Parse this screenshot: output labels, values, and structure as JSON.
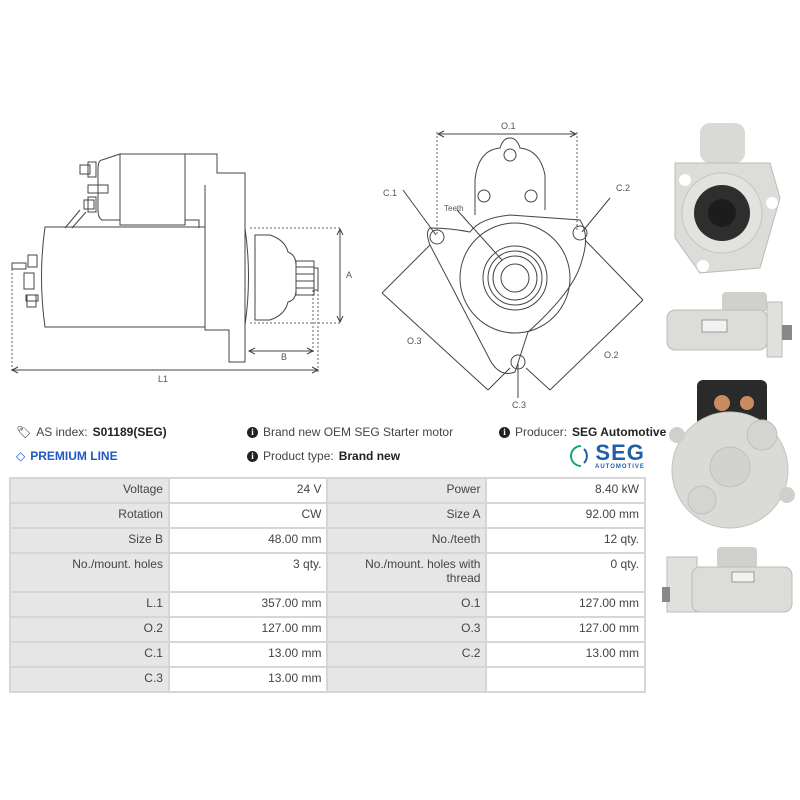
{
  "drawings": {
    "side_view": {
      "labels": {
        "a": "A",
        "b": "B",
        "l1": "L1"
      }
    },
    "front_view": {
      "labels": {
        "o1": "O.1",
        "o2": "O.2",
        "o3": "O.3",
        "c1": "C.1",
        "c2": "C.2",
        "c3": "C.3",
        "teeth": "Teeth"
      }
    }
  },
  "info": {
    "as_index_label": "AS index:",
    "as_index_value": "S01189(SEG)",
    "premium_line": "PREMIUM LINE",
    "description": "Brand new OEM SEG Starter motor",
    "product_type_label": "Product type:",
    "product_type_value": "Brand new",
    "producer_label": "Producer:",
    "producer_value": "SEG Automotive",
    "logo_big": "SEG",
    "logo_small": "AUTOMOTIVE",
    "icons": {
      "tag": "tag-icon",
      "diamond": "diamond-icon",
      "info": "info-icon"
    },
    "colors": {
      "premium": "#1f57c3",
      "logo_blue": "#1f5fa8",
      "logo_green": "#1aa37a"
    }
  },
  "specs": {
    "rows": [
      [
        {
          "k": "Voltage",
          "v": "24 V"
        },
        {
          "k": "Power",
          "v": "8.40 kW"
        }
      ],
      [
        {
          "k": "Rotation",
          "v": "CW"
        },
        {
          "k": "Size A",
          "v": "92.00 mm"
        }
      ],
      [
        {
          "k": "Size B",
          "v": "48.00 mm"
        },
        {
          "k": "No./teeth",
          "v": "12 qty."
        }
      ],
      [
        {
          "k": "No./mount. holes",
          "v": "3 qty."
        },
        {
          "k": "No./mount. holes with thread",
          "v": "0 qty."
        }
      ],
      [
        {
          "k": "L.1",
          "v": "357.00 mm"
        },
        {
          "k": "O.1",
          "v": "127.00 mm"
        }
      ],
      [
        {
          "k": "O.2",
          "v": "127.00 mm"
        },
        {
          "k": "O.3",
          "v": "127.00 mm"
        }
      ],
      [
        {
          "k": "C.1",
          "v": "13.00 mm"
        },
        {
          "k": "C.2",
          "v": "13.00 mm"
        }
      ],
      [
        {
          "k": "C.3",
          "v": "13.00 mm"
        },
        {
          "k": "",
          "v": ""
        }
      ]
    ]
  }
}
